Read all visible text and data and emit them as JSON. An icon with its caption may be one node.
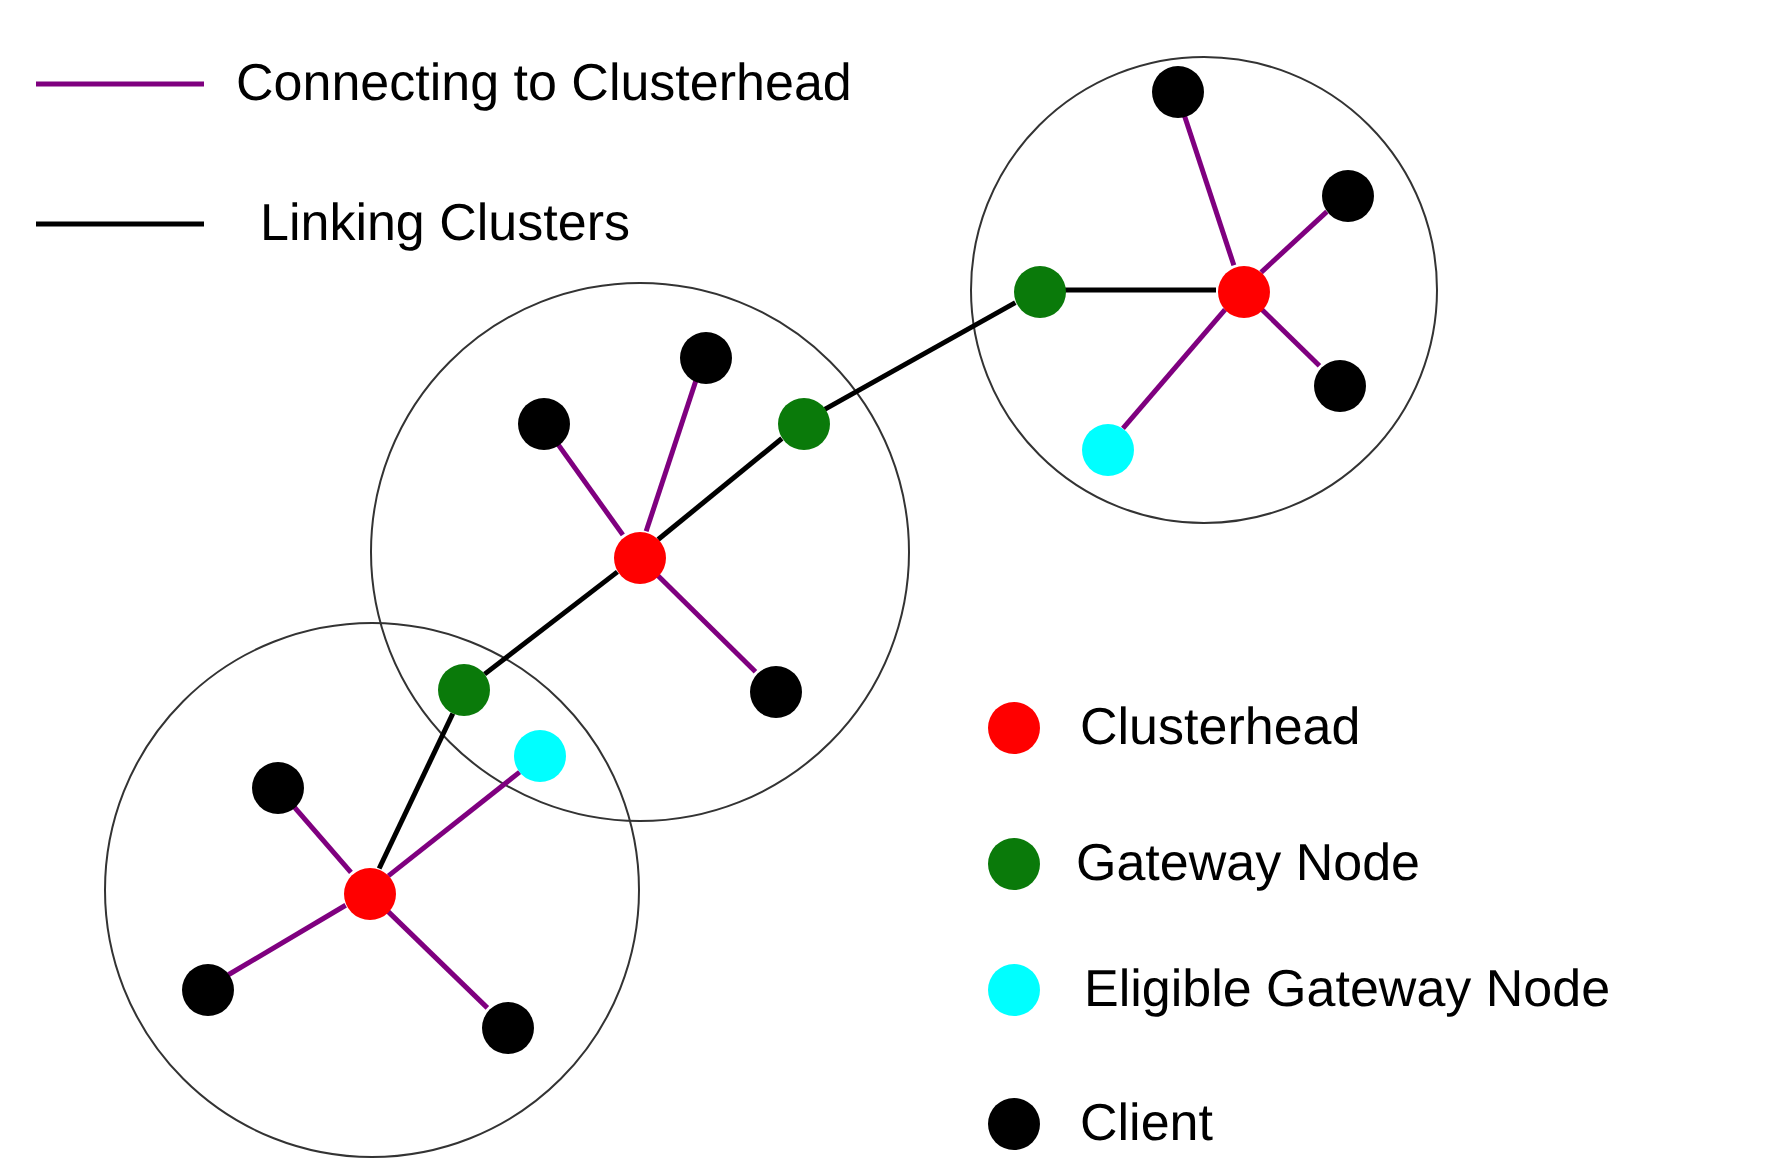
{
  "diagram": {
    "nodes": [
      {
        "text": [],
        "shape": "circle"
      },
      {
        "text": [],
        "shape": "circle",
        "in": 0
      },
      {
        "text": [],
        "shape": "circle",
        "in": 0
      },
      {
        "text": [],
        "shape": "circle",
        "in": 0
      },
      {
        "text": [],
        "shape": "circle",
        "in": 0
      },
      {
        "text": [],
        "shape": "circle",
        "in": 0
      },
      {
        "text": [],
        "shape": "circle",
        "in": 0
      },
      {
        "text": [],
        "shape": "circle"
      },
      {
        "text": [],
        "shape": "circle",
        "in": 7
      },
      {
        "text": [],
        "shape": "circle",
        "in": 7
      },
      {
        "text": [],
        "shape": "circle",
        "in": 7
      },
      {
        "text": [],
        "shape": "circle",
        "in": 7
      },
      {
        "text": [],
        "shape": "circle",
        "in": 7
      },
      {
        "text": [],
        "shape": "circle"
      },
      {
        "text": [],
        "shape": "circle"
      },
      {
        "text": [],
        "shape": "circle"
      },
      {
        "text": [],
        "shape": "circle",
        "in": 15
      },
      {
        "text": [],
        "shape": "circle",
        "in": 15
      },
      {
        "text": [],
        "shape": "circle",
        "in": 15
      },
      {
        "text": [],
        "shape": "circle",
        "in": 15
      }
    ],
    "edges": [
      {
        "from": 4,
        "to": 1,
        "arrow": "none"
      },
      {
        "from": 4,
        "to": 2,
        "arrow": "none"
      },
      {
        "from": 3,
        "to": 4,
        "arrow": "none",
        "color": "#000000"
      },
      {
        "from": 4,
        "to": 5,
        "arrow": "none"
      },
      {
        "from": 4,
        "to": 6,
        "arrow": "none"
      },
      {
        "from": 11,
        "to": 8,
        "arrow": "none"
      },
      {
        "from": 11,
        "to": 9,
        "arrow": "none"
      },
      {
        "from": 10,
        "to": 3,
        "arrow": "none",
        "color": "#000000"
      },
      {
        "from": 10,
        "to": 11,
        "arrow": "none",
        "color": "#000000"
      },
      {
        "from": 11,
        "to": 12,
        "arrow": "none"
      },
      {
        "from": 11,
        "to": 13,
        "arrow": "none",
        "color": "#000000"
      },
      {
        "from": 13,
        "to": 17,
        "arrow": "none",
        "color": "#000000"
      },
      {
        "from": 17,
        "to": 14,
        "arrow": "none"
      },
      {
        "from": 17,
        "to": 16,
        "arrow": "none"
      },
      {
        "from": 17,
        "to": 18,
        "arrow": "none"
      },
      {
        "from": 17,
        "to": 19,
        "arrow": "none"
      }
    ],
    "legend": [
      {
        "text": "Connecting to Clusterhead"
      },
      {
        "text": "Linking Clusters"
      },
      {
        "text": "Clusterhead",
        "color": "#ff0000"
      },
      {
        "text": "Gateway Node",
        "color": "#0a7a0a"
      },
      {
        "text": "Eligible Gateway Node",
        "color": "#00ffff"
      },
      {
        "text": "Client",
        "color": "#000000"
      }
    ]
  }
}
